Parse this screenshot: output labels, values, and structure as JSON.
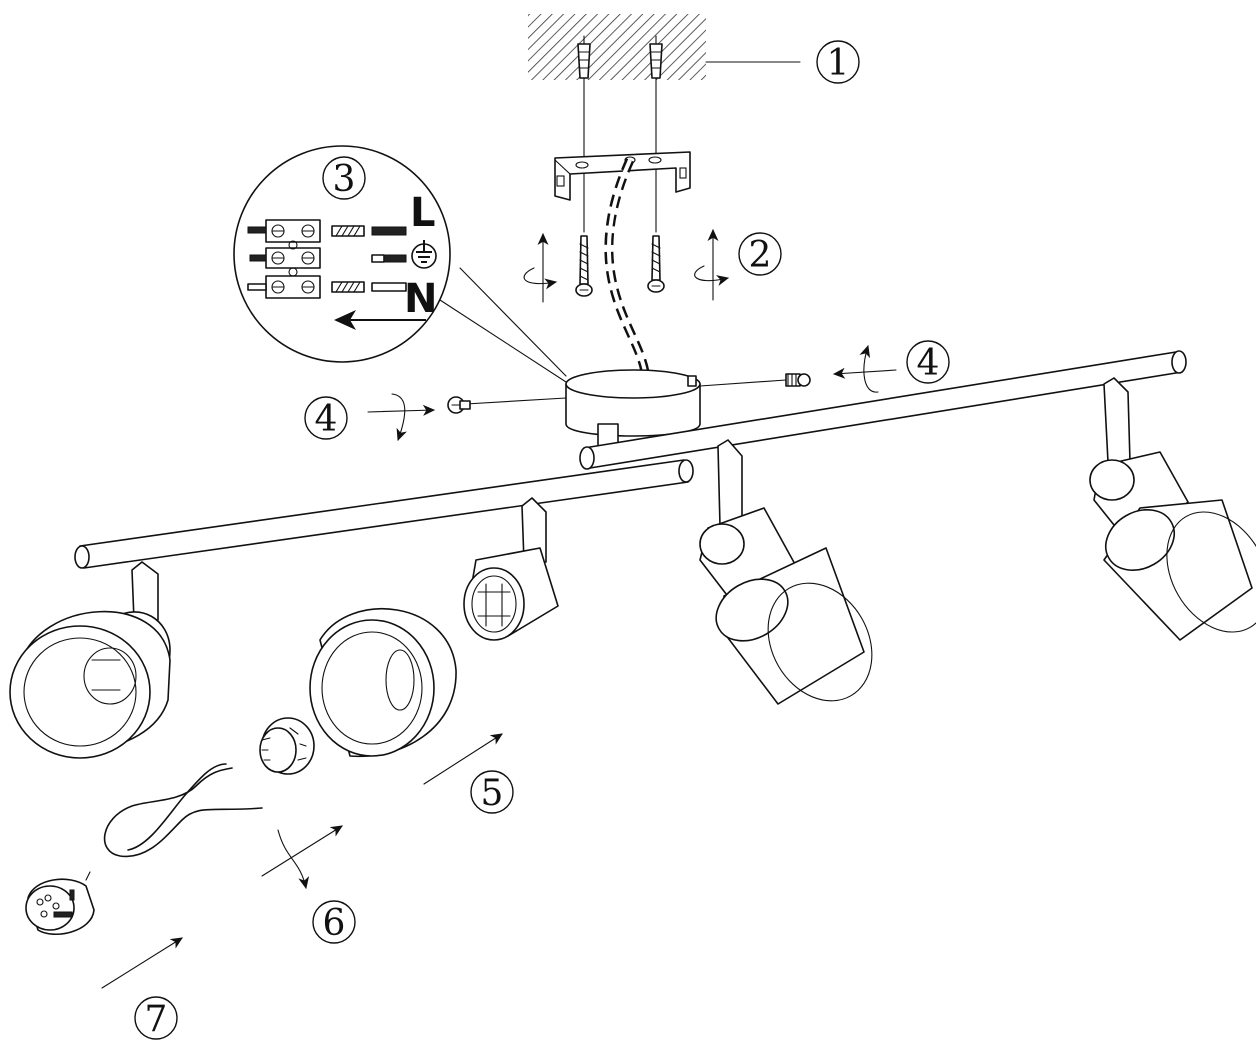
{
  "callouts": {
    "c1": "1",
    "c2": "2",
    "c3": "3",
    "c4_left": "4",
    "c4_right": "4",
    "c5": "5",
    "c6": "6",
    "c7": "7"
  },
  "wiring": {
    "live_label": "L",
    "neutral_label": "N"
  },
  "icons": [
    "ground-symbol-icon",
    "rotate-arrow-icon",
    "direction-arrow-icon"
  ]
}
